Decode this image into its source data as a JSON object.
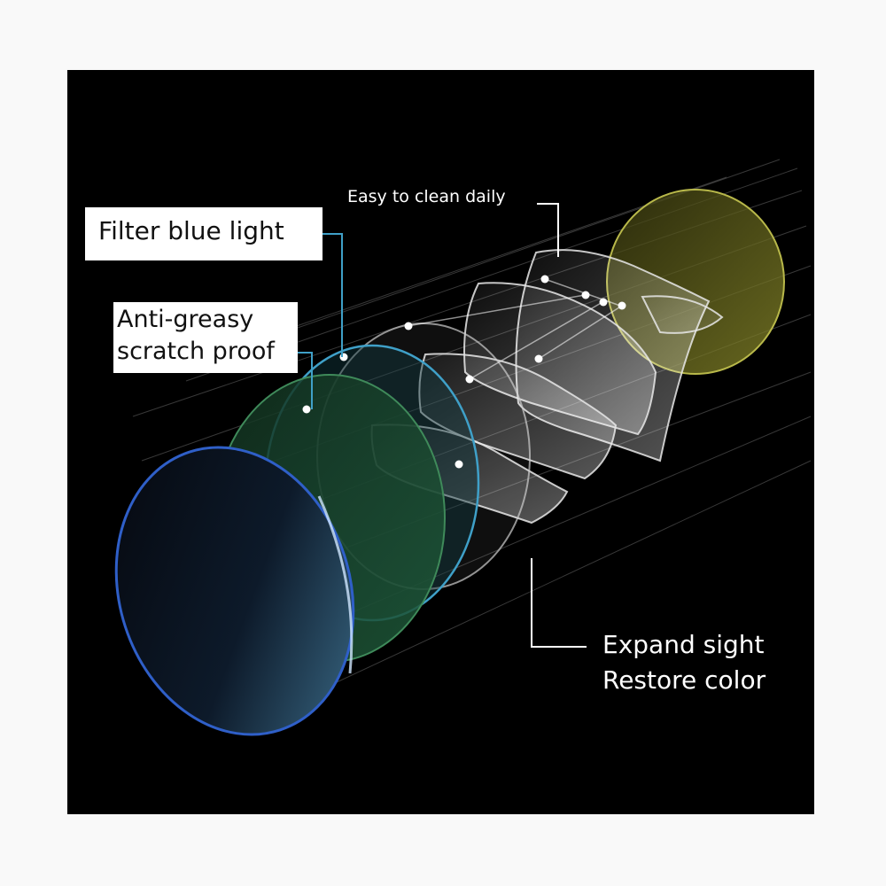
{
  "labels": {
    "filter_blue_light": "Filter blue light",
    "anti_greasy_line1": "Anti-greasy",
    "anti_greasy_line2": "scratch proof",
    "easy_to_clean": "Easy to clean daily",
    "expand_sight": "Expand sight",
    "restore_color": "Restore color"
  },
  "colors": {
    "panel_background": "#000000",
    "page_background": "#f9f9f9",
    "front_lens_rim": "#2f5fc8",
    "green_coating": "#1f5a3a",
    "teal_coating_rim": "#3fa0c8",
    "yellow_coating": "#b8b84a",
    "leader_line": "#ffffff"
  }
}
